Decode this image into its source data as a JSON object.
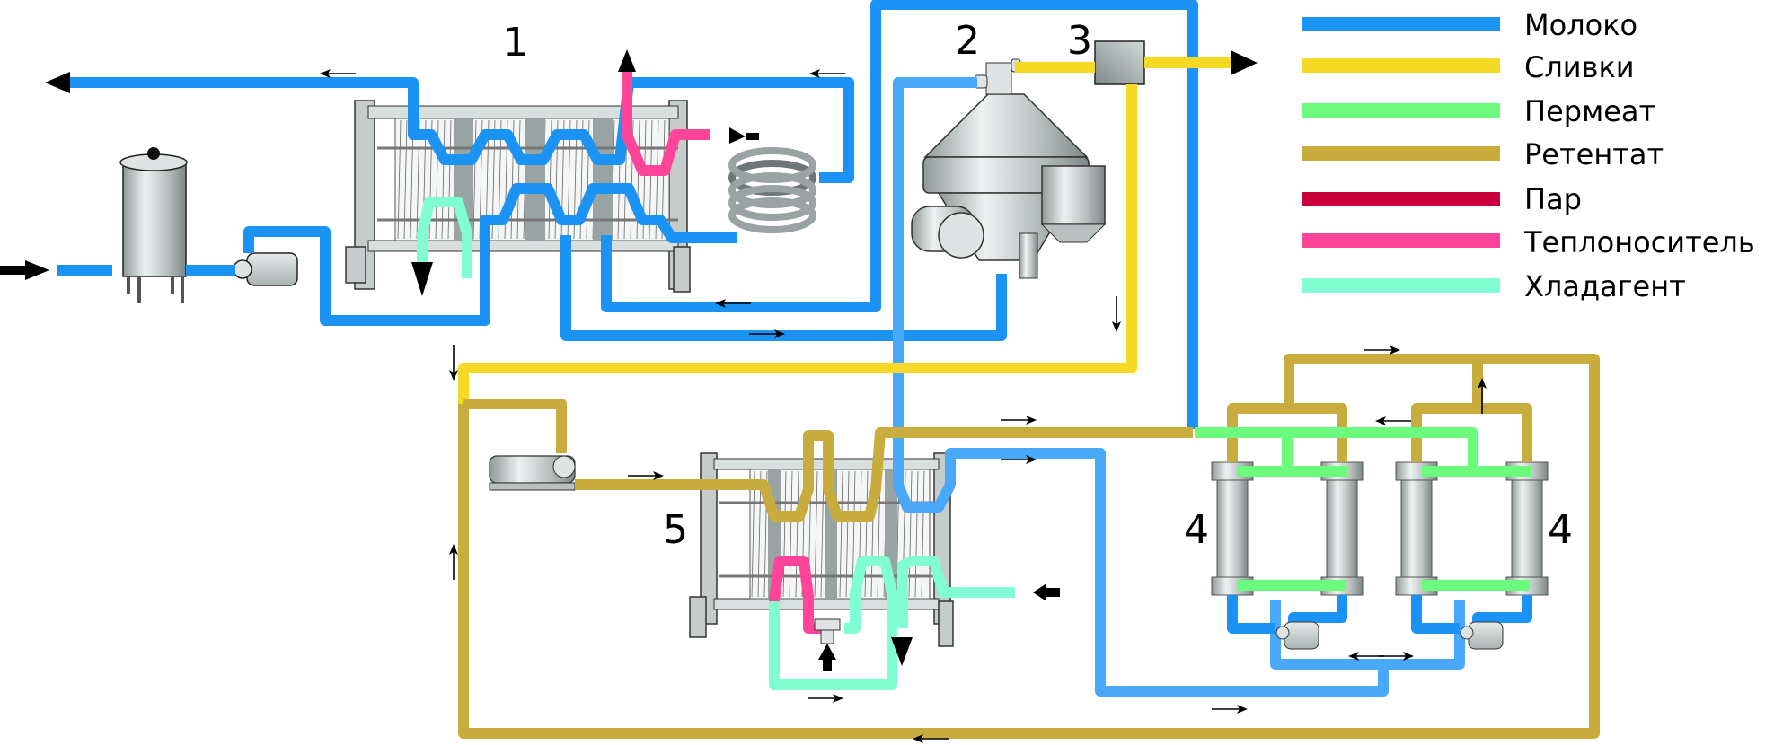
{
  "title": "Схема установки: сепарация молока, мембранная фильтрация",
  "colors": {
    "milk": "#1b93f5",
    "milk_light": "#4aa8f8",
    "cream": "#f5d924",
    "permeate": "#6bfc7e",
    "retentate": "#c9ac3e",
    "steam": "#c8003c",
    "heating_medium": "#ff4499",
    "coolant": "#80fdd1"
  },
  "legend": [
    {
      "key": "milk",
      "label": "Молоко",
      "color": "#1b93f5"
    },
    {
      "key": "cream",
      "label": "Сливки",
      "color": "#f5d924"
    },
    {
      "key": "permeate",
      "label": "Пермеат",
      "color": "#6bfc7e"
    },
    {
      "key": "retentate",
      "label": "Ретентат",
      "color": "#c9ac3e"
    },
    {
      "key": "steam",
      "label": "Пар",
      "color": "#c8003c"
    },
    {
      "key": "heating_medium",
      "label": "Теплоноситель",
      "color": "#ff4499"
    },
    {
      "key": "coolant",
      "label": "Хладагент",
      "color": "#80fdd1"
    }
  ],
  "components": [
    {
      "id": "1",
      "label": "1",
      "name": "Пластинчатый теплообменник"
    },
    {
      "id": "2",
      "label": "2",
      "name": "Сепаратор"
    },
    {
      "id": "3",
      "label": "3",
      "name": "Блок стандартизации"
    },
    {
      "id": "4a",
      "label": "4",
      "name": "Мембранный фильтр"
    },
    {
      "id": "4b",
      "label": "4",
      "name": "Мембранный фильтр"
    },
    {
      "id": "5",
      "label": "5",
      "name": "Пластинчатый теплообменник"
    }
  ]
}
